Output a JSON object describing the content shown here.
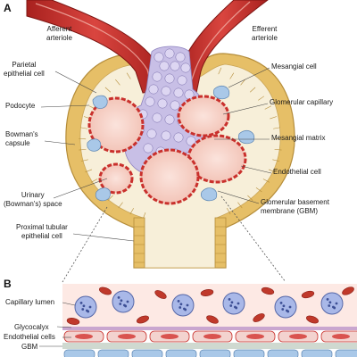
{
  "panel_a": {
    "letter": "A",
    "labels": {
      "afferent": "Afferent\narteriole",
      "efferent": "Efferent\narteriole",
      "parietal": "Parietal\nepithelial cell",
      "podocyte": "Podocyte",
      "bowman_capsule": "Bowman's\ncapsule",
      "urinary_space": "Urinary\n(Bowman's) space",
      "proximal": "Proximal tubular\nepithelial cell",
      "mesangial_cell": "Mesangial cell",
      "glomerular_capillary": "Glomerular capillary",
      "mesangial_matrix": "Mesangial matrix",
      "endothelial_cell": "Endothelial cell",
      "gbm": "Glomerular basement\nmembrane (GBM)"
    }
  },
  "panel_b": {
    "letter": "B",
    "labels": {
      "capillary_lumen": "Capillary lumen",
      "glycocalyx": "Glycocalyx",
      "endothelial_cells": "Endothelial cells",
      "gbm": "GBM"
    }
  },
  "colors": {
    "capsule": "#e9c36a",
    "urinary_space": "#f7efd9",
    "capillary_wall": "#c9302c",
    "capillary_lumen": "#f6d2c8",
    "mesangium": "#c8bfe6",
    "podocyte": "#a9c8e8",
    "rbc": "#c0392b",
    "wbc": "#a9b8e8"
  }
}
